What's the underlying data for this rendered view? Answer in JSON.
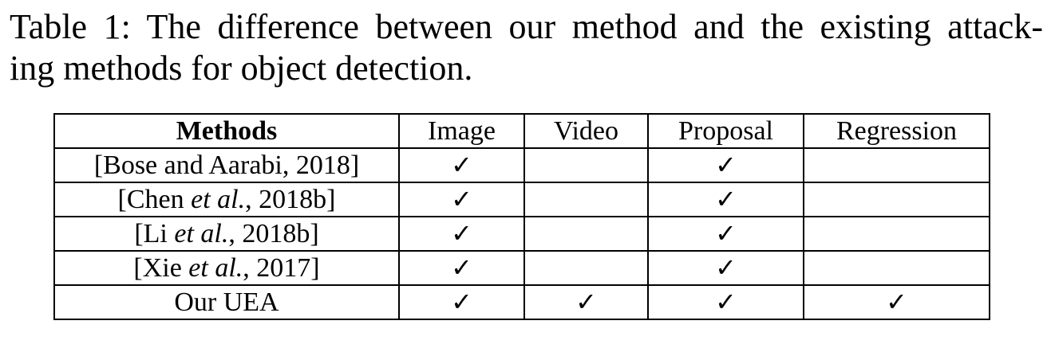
{
  "caption": {
    "line1": "Table 1: The difference between our method and the existing attack-",
    "line2": "ing methods for object detection."
  },
  "table": {
    "headers": [
      "Methods",
      "Image",
      "Video",
      "Proposal",
      "Regression"
    ],
    "rows": [
      {
        "open": "[Bose and Aarabi, 2018]",
        "italic": "",
        "close": "",
        "image": "✓",
        "video": "",
        "proposal": "✓",
        "regression": ""
      },
      {
        "open": "[Chen ",
        "italic": "et al.",
        "close": ", 2018b]",
        "image": "✓",
        "video": "",
        "proposal": "✓",
        "regression": ""
      },
      {
        "open": "[Li ",
        "italic": "et al.",
        "close": ", 2018b]",
        "image": "✓",
        "video": "",
        "proposal": "✓",
        "regression": ""
      },
      {
        "open": "[Xie ",
        "italic": "et al.",
        "close": ", 2017]",
        "image": "✓",
        "video": "",
        "proposal": "✓",
        "regression": ""
      },
      {
        "open": "Our UEA",
        "italic": "",
        "close": "",
        "image": "✓",
        "video": "✓",
        "proposal": "✓",
        "regression": "✓"
      }
    ]
  }
}
